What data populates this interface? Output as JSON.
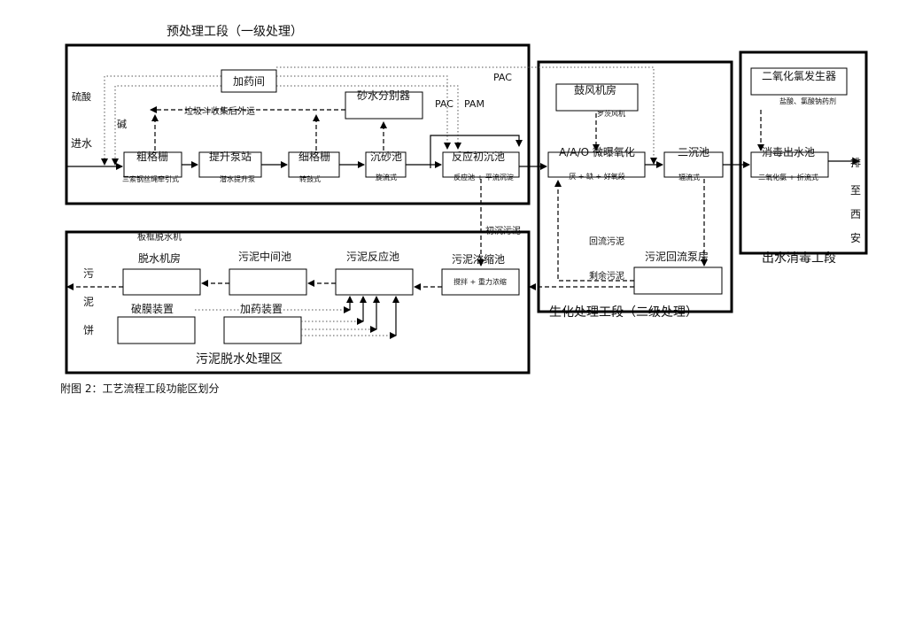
{
  "sections": {
    "pretreatment": "预处理工段（一级处理）",
    "biochem": "生化处理工段（二级处理）",
    "disinfection": "出水消毒工段",
    "sludge": "污泥脱水处理区"
  },
  "caption": "附图 2：工艺流程工段功能区划分",
  "boxes": {
    "dosing_room": "加药间",
    "sand_separator": "砂水分别器",
    "coarse_screen": {
      "title": "粗格栅",
      "sub": "三索钢丝绳牵引式"
    },
    "lift_pump": {
      "title": "提升泵站",
      "sub": "潜水提升泵"
    },
    "fine_screen": {
      "title": "细格栅",
      "sub": "转鼓式"
    },
    "grit_chamber": {
      "title": "沉砂池",
      "sub": "旋流式"
    },
    "primary_clarifier": {
      "title": "反应初沉池",
      "sub": "反应池 + 平流沉淀"
    },
    "blower_room": {
      "title": "鼓风机房",
      "sub": "罗茨风机"
    },
    "aao": {
      "title": "A/A/O 微曝氧化",
      "sub": "厌 + 缺 + 好氧段"
    },
    "secondary_clarifier": {
      "title": "二沉池",
      "sub": "辐流式"
    },
    "chlorine_generator": {
      "title": "二氧化氯发生器",
      "sub": "盐酸、氯酸钠药剂"
    },
    "disinfection_tank": {
      "title": "消毒出水池",
      "sub": "二氧化氯 + 折流式"
    },
    "dewatering_room": "脱水机房",
    "sludge_mid_tank": "污泥中间池",
    "sludge_reactor": "污泥反应池",
    "sludge_thickener": {
      "title": "污泥浓缩池",
      "sub": "搅拌 + 重力浓缩"
    },
    "sludge_return_pump": "污泥回流泵房",
    "membrane_device": "破膜装置",
    "dosing_device": "加药装置"
  },
  "labels": {
    "sulfuric_acid": "硫酸",
    "alkali": "碱",
    "influent": "进水",
    "pac_top": "PAC",
    "pac": "PAC",
    "pam": "PAM",
    "garbage_transport": "垃圾斗收集后外运",
    "primary_sludge": "初沉污泥",
    "return_sludge": "回流污泥",
    "excess_sludge": "剩余污泥",
    "belt_press": "板框脱水机",
    "discharge": [
      "排",
      "至",
      "西",
      "安"
    ],
    "sludge_cake": [
      "污",
      "泥",
      "饼"
    ]
  }
}
